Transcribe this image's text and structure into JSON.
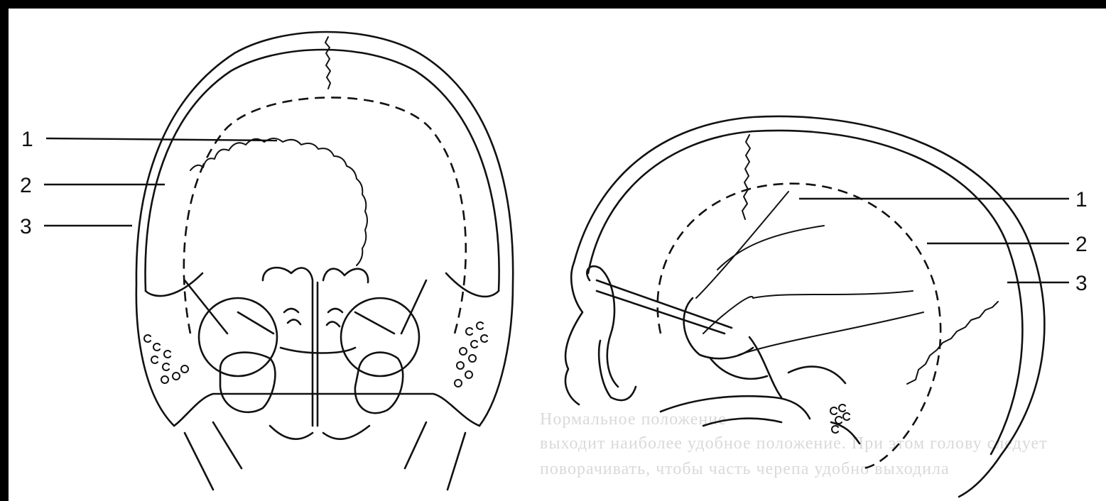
{
  "figure": {
    "left_view": {
      "labels": [
        "1",
        "2",
        "3"
      ]
    },
    "right_view": {
      "labels": [
        "1",
        "2",
        "3"
      ]
    }
  },
  "bleed_through": {
    "lines": [
      "Нормальное положение",
      "выходит наиболее удобное положение. При этом голову следует",
      "поворачивать, чтобы часть черепа удобно выходила"
    ]
  }
}
